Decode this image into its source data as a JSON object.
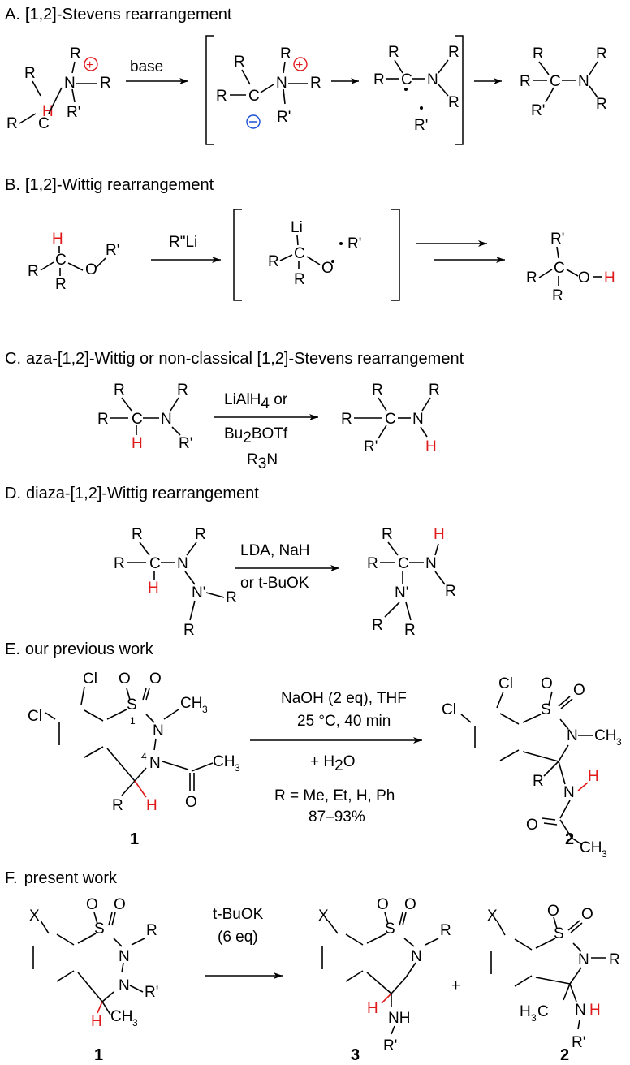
{
  "sections": {
    "A": {
      "letter": "A.",
      "title": "[1,2]-Stevens rearrangement",
      "reagent": "base"
    },
    "B": {
      "letter": "B.",
      "title": "[1,2]-Wittig rearrangement",
      "reagent": "R\"Li"
    },
    "C": {
      "letter": "C.",
      "title_italic": "aza",
      "title_rest": "-[1,2]-Wittig or non-classical [1,2]-Stevens rearrangement",
      "reagent_line1": "LiAlH",
      "reagent_line1_sub": "4",
      "reagent_line1_tail": " or",
      "reagent_line2_a": "Bu",
      "reagent_line2_sub": "2",
      "reagent_line2_b": "BOTf",
      "reagent_line3_a": "R",
      "reagent_line3_sub": "3",
      "reagent_line3_b": "N"
    },
    "D": {
      "letter": "D.",
      "title_italic": "diaza",
      "title_rest": "-[1,2]-Wittig rearrangement",
      "reagent_line1": "LDA, NaH",
      "reagent_line2_a": "or ",
      "reagent_line2_italic": "t",
      "reagent_line2_b": "-BuOK"
    },
    "E": {
      "letter": "E.",
      "title": "our previous work",
      "cond_line1": "NaOH (2 eq), THF",
      "cond_line2": "25 °C, 40 min",
      "cond_line3_a": "+ H",
      "cond_line3_sub": "2",
      "cond_line3_b": "O",
      "r_line": "R = Me, Et, H, Ph",
      "yield": "87–93%",
      "label_sm": "1",
      "label_prod": "2"
    },
    "F": {
      "letter": "F.",
      "title": "present work",
      "cond_line1_italic": "t",
      "cond_line1_b": "-BuOK",
      "cond_line2": "(6 eq)",
      "plus": "+",
      "label_sm": "1",
      "label_p3": "3",
      "label_p2": "2"
    }
  },
  "colors": {
    "highlight_red": "#e0191b",
    "anion_blue": "#1a4fd6",
    "ink": "#000000"
  }
}
